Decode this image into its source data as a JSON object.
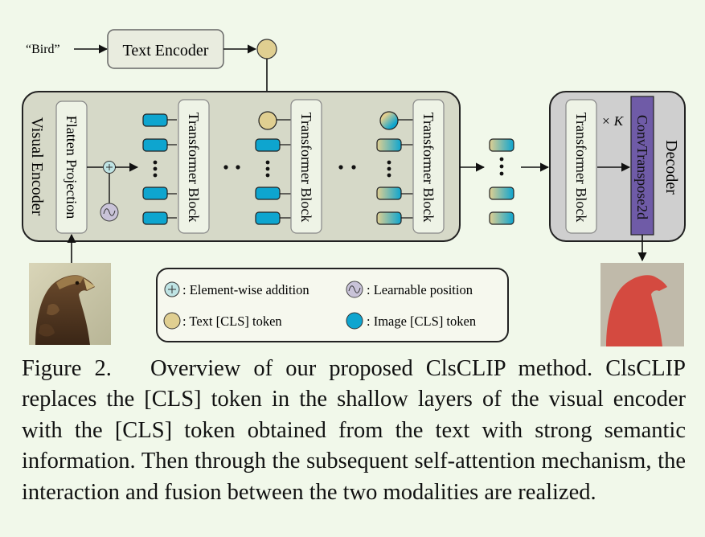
{
  "diagram": {
    "input_word": "“Bird”",
    "text_encoder": "Text Encoder",
    "visual_encoder": "Visual Encoder",
    "flatten_projection": "Flatten Projection",
    "transformer_block": "Transformer Block",
    "decoder": "Decoder",
    "decoder_transformer_block": "Transformer Block",
    "conv": "ConvTranspose2d",
    "times_k": "× K",
    "legend": {
      "add": ": Element-wise addition",
      "pos": ": Learnable position",
      "text_cls": ": Text [CLS] token",
      "image_cls": ": Image [CLS] token"
    }
  },
  "caption": {
    "label": "Figure 2.",
    "text": "Overview of our proposed ClsCLIP method. ClsCLIP replaces the [CLS] token in the shallow layers of the visual encoder with the [CLS] token obtained from the text with strong semantic information. Then through the subsequent self-attention mechanism, the interaction and fusion between the two modalities are realized."
  },
  "colors": {
    "background": "#f1f8ea",
    "panel": "#d6d9c8",
    "decoder_panel": "#cfcfcf",
    "block": "#eef3e6",
    "image_token": "#0ea5cf",
    "text_token": "#e0cf91",
    "conv": "#6f5ba7",
    "legend_bg": "#f6f8ee"
  }
}
